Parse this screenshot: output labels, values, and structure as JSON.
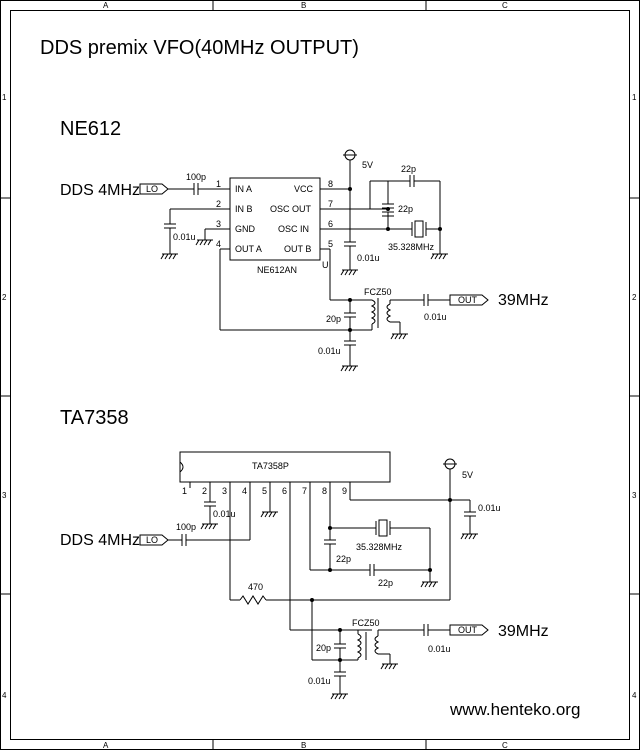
{
  "title": "DDS premix VFO(40MHz OUTPUT)",
  "border": {
    "columns": [
      "A",
      "B",
      "C"
    ],
    "rows": [
      "1",
      "2",
      "3",
      "4"
    ]
  },
  "ne612": {
    "heading": "NE612",
    "input_label": "DDS 4MHz",
    "input_port": "LO",
    "output_port": "OUT",
    "output_label": "39MHz",
    "ic_name": "NE612AN",
    "pins": {
      "p1": "1",
      "p2": "2",
      "p3": "3",
      "p4": "4",
      "p5": "5",
      "p6": "6",
      "p7": "7",
      "p8": "8"
    },
    "pin_names": {
      "in_a": "IN A",
      "in_b": "IN B",
      "gnd": "GND",
      "out_a": "OUT A",
      "vcc": "VCC",
      "osc_out": "OSC OUT",
      "osc_in": "OSC IN",
      "out_b": "OUT B"
    },
    "vcc_label": "5V",
    "c_in": "100p",
    "c_inb": "0.01u",
    "c_vcc": "0.01u",
    "c_osc1": "22p",
    "c_osc2": "22p",
    "crystal": "35.328MHz",
    "coil": "FCZ50",
    "c_tank": "20p",
    "c_bypass": "0.01u",
    "c_out": "0.01u",
    "u_mark": "U"
  },
  "ta7358": {
    "heading": "TA7358",
    "ic_name": "TA7358P",
    "input_label": "DDS 4MHz",
    "input_port": "LO",
    "output_port": "OUT",
    "output_label": "39MHz",
    "pins": {
      "p1": "1",
      "p2": "2",
      "p3": "3",
      "p4": "4",
      "p5": "5",
      "p6": "6",
      "p7": "7",
      "p8": "8",
      "p9": "9"
    },
    "vcc_label": "5V",
    "c_in": "100p",
    "c_p2": "0.01u",
    "c_vcc": "0.01u",
    "crystal": "35.328MHz",
    "c_osc1": "22p",
    "c_osc2": "22p",
    "resistor": "470",
    "coil": "FCZ50",
    "c_tank": "20p",
    "c_bypass": "0.01u",
    "c_out": "0.01u"
  },
  "website": "www.henteko.org"
}
